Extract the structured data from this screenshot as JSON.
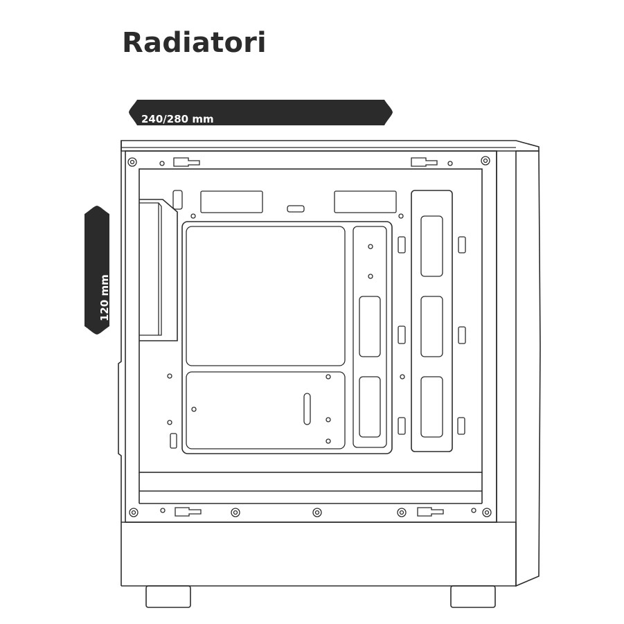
{
  "title": "Radiatori",
  "dimensions": {
    "top_label": "240/280 mm",
    "front_label": "120 mm",
    "badge_color": "#2b2b2b",
    "text_color": "#ffffff"
  },
  "colors": {
    "line": "#2b2b2b",
    "background": "#ffffff"
  }
}
